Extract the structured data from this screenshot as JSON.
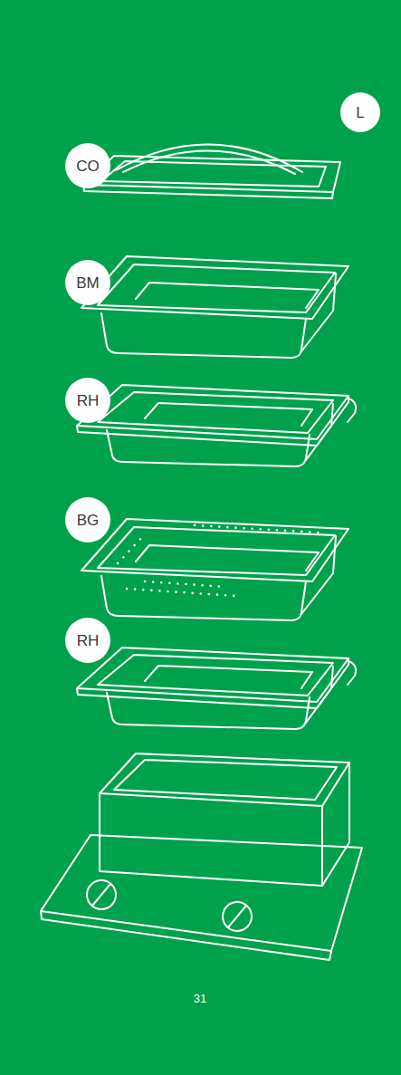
{
  "diagram": {
    "nodes": [
      {
        "text": [
          "L"
        ]
      },
      {
        "text": [
          "CO"
        ]
      },
      {
        "text": [
          "BM"
        ]
      },
      {
        "text": [
          "RH"
        ]
      },
      {
        "text": [
          "BG"
        ]
      },
      {
        "text": [
          "RH"
        ]
      }
    ],
    "labels": [
      "31"
    ]
  }
}
